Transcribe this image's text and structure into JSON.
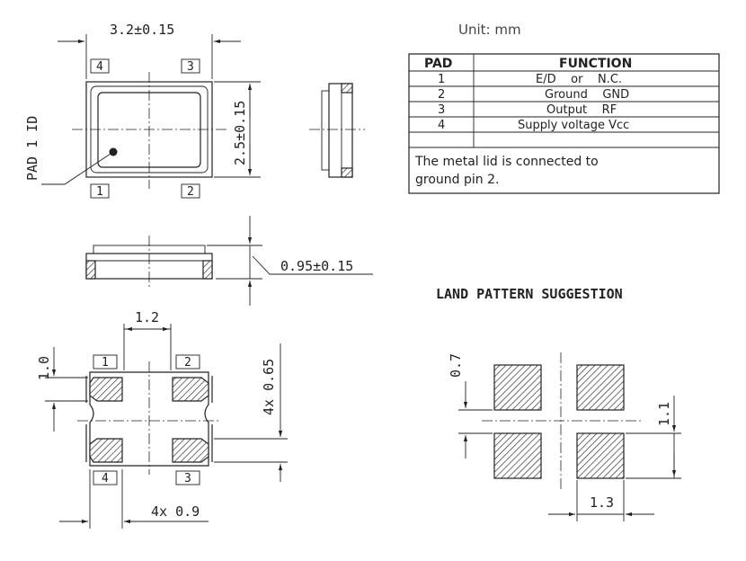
{
  "unit_label": "Unit:  mm",
  "dimensions": {
    "width": "3.2±0.15",
    "height": "2.5±0.15",
    "thickness": "0.95±0.15",
    "pad_pitch_x": "1.2",
    "pad_height": "1.0",
    "pad_size_4x_h": "4x 0.65",
    "pad_size_4x_w": "4x 0.9",
    "land_gap_v": "0.7",
    "land_pitch_v": "1.1",
    "land_width": "1.3"
  },
  "pad1_id_label": "PAD 1 ID",
  "pad_numbers": [
    "1",
    "2",
    "3",
    "4"
  ],
  "table": {
    "headers": [
      "PAD",
      "FUNCTION"
    ],
    "rows": [
      {
        "pad": "1",
        "function": "E/D    or    N.C."
      },
      {
        "pad": "2",
        "function": "Ground    GND"
      },
      {
        "pad": "3",
        "function": "Output    RF"
      },
      {
        "pad": "4",
        "function": "Supply voltage Vcc"
      }
    ],
    "note_line1": "The metal lid is connected to",
    "note_line2": "ground pin 2."
  },
  "land_pattern_title": "LAND PATTERN SUGGESTION"
}
